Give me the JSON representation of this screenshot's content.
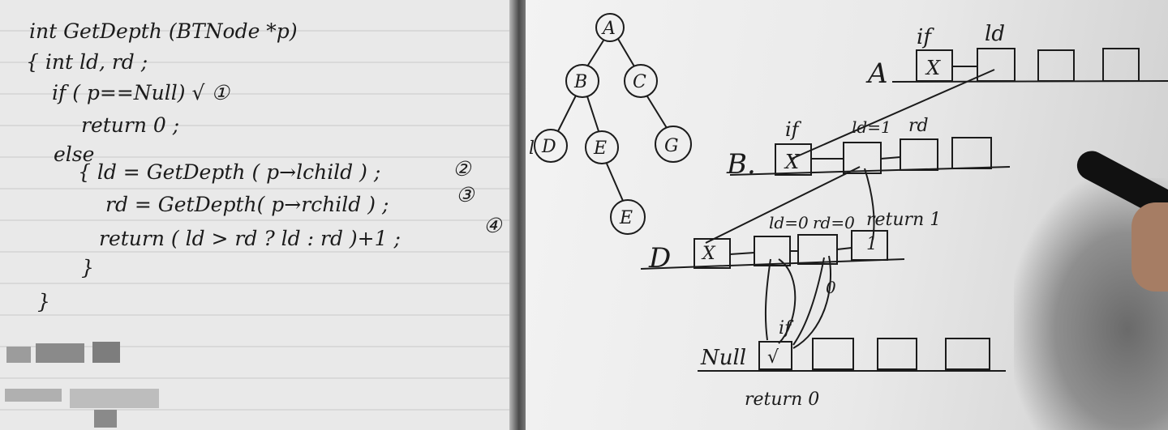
{
  "code": {
    "line1": "int  GetDepth (BTNode *p)",
    "line2": "{ int  ld, rd ;",
    "line3": "if ( p==Null)  √ ①",
    "line4": "return 0 ;",
    "line5": "else",
    "line6": "{ ld = GetDepth ( p→lchild ) ;",
    "line7": "rd = GetDepth( p→rchild ) ;",
    "line8": "return  ( ld > rd ?  ld : rd )+1  ;",
    "line9": "}",
    "line10": "}",
    "mark2": "②",
    "mark3": "③",
    "mark4": "④"
  },
  "tree": {
    "A": "A",
    "B": "B",
    "C": "C",
    "D": "D",
    "E1": "E",
    "G": "G",
    "E2": "E",
    "tick": "l"
  },
  "trace": {
    "if_top": "if",
    "ld_top": "ld",
    "row_A": "A",
    "row_B": "B.",
    "row_D": "D",
    "row_null": "Null",
    "if_b": "if",
    "ld1": "ld=1",
    "rd_b": "rd",
    "ld0": "ld=0",
    "rd0": "rd=0",
    "return1": "return 1",
    "zero": "0",
    "if_null": "if",
    "return0": "return 0",
    "x": "X",
    "check": "√",
    "one": "1"
  }
}
